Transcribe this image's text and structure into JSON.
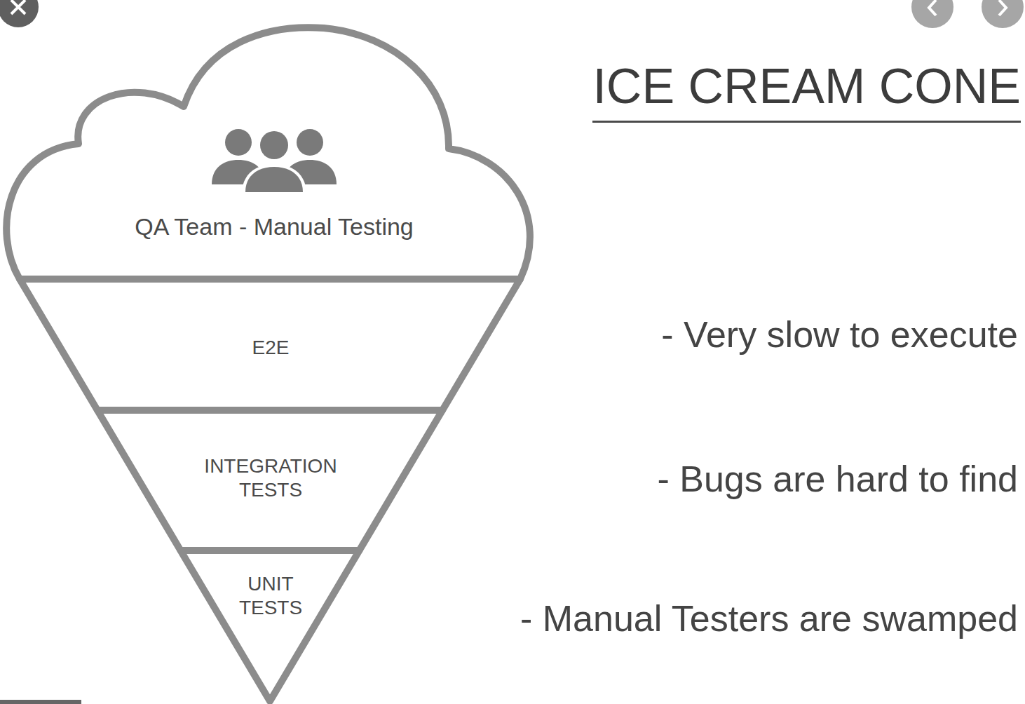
{
  "diagram": {
    "title": "ICE CREAM CONE",
    "nodes": [
      {
        "text": [
          "QA Team - Manual Testing"
        ]
      },
      {
        "text": [
          "E2E"
        ]
      },
      {
        "text": [
          "INTEGRATION TESTS"
        ]
      },
      {
        "text": [
          "UNIT TESTS"
        ]
      }
    ],
    "labels": [
      "- Very slow to execute",
      "- Bugs are hard to find",
      "- Manual Testers are swamped"
    ]
  }
}
